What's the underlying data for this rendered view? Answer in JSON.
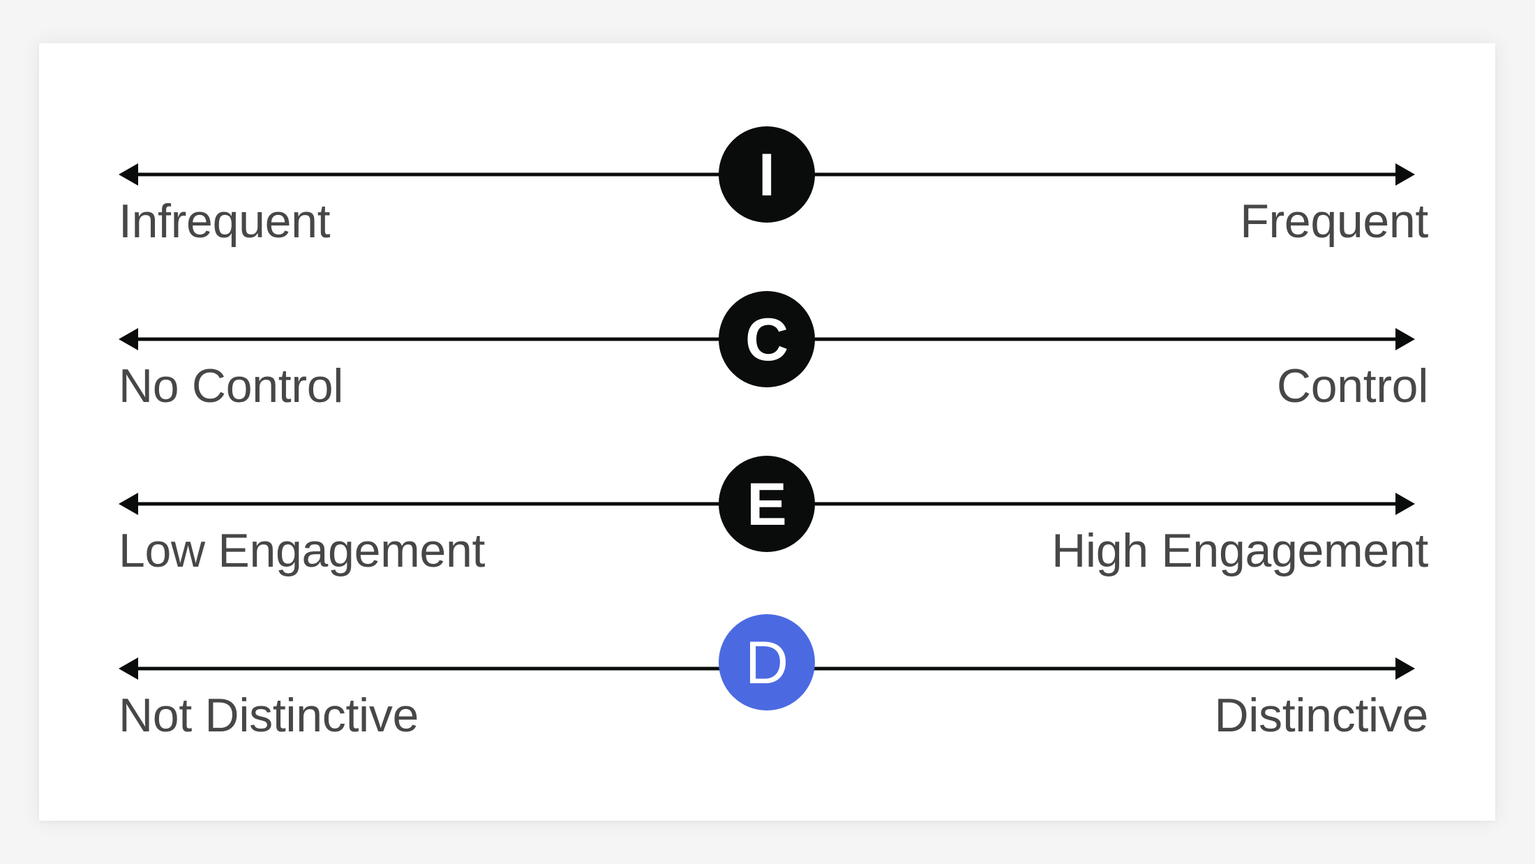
{
  "diagram": {
    "title": "",
    "colors": {
      "page_background": "#f5f5f5",
      "card_background": "#ffffff",
      "line": "#0a0c0b",
      "badge_default": "#0a0c0b",
      "badge_highlight": "#4b6ae2",
      "label_text": "#474747"
    },
    "scales": [
      {
        "letter": "I",
        "left_label": "Infrequent",
        "right_label": "Frequent",
        "highlighted": false
      },
      {
        "letter": "C",
        "left_label": "No Control",
        "right_label": "Control",
        "highlighted": false
      },
      {
        "letter": "E",
        "left_label": "Low Engagement",
        "right_label": "High Engagement",
        "highlighted": false
      },
      {
        "letter": "D",
        "left_label": "Not Distinctive",
        "right_label": "Distinctive",
        "highlighted": true
      }
    ]
  }
}
